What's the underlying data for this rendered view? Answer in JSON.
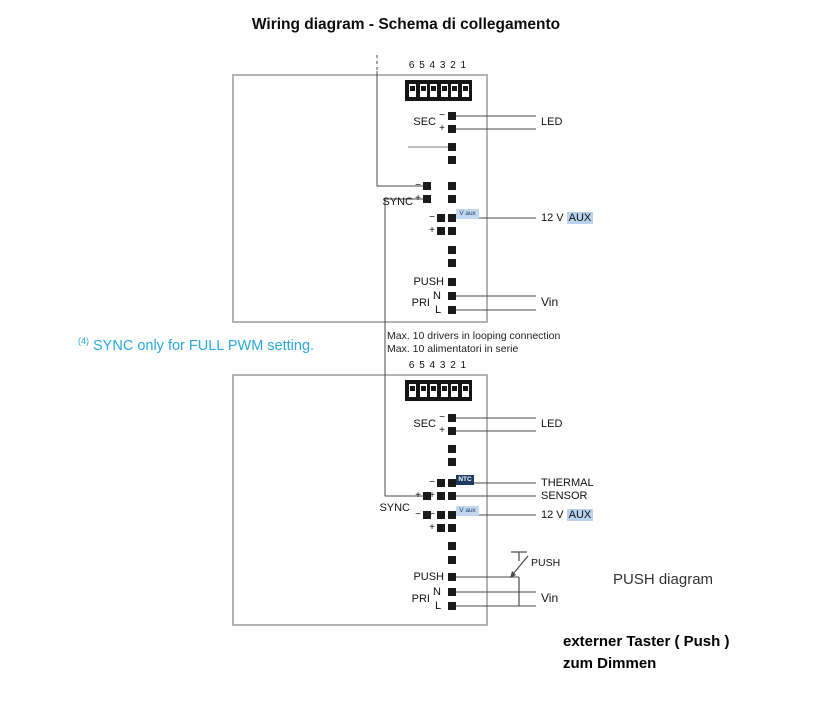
{
  "title": "Wiring diagram - Schema di collegamento",
  "footnote": {
    "sup": "(4)",
    "text": "SYNC only for FULL PWM setting."
  },
  "loop_note": {
    "line1": "Max. 10 drivers in looping connection",
    "line2": "Max. 10 alimentatori in serie"
  },
  "labels": {
    "dip_numbers": "6 5 4 3 2 1",
    "sec": "SEC",
    "sync": "SYNC",
    "push": "PUSH",
    "pri": "PRI",
    "n": "N",
    "l": "L",
    "minus": "−",
    "plus": "+",
    "led": "LED",
    "vin": "Vin",
    "aux_prefix": "12 V",
    "aux_highlight": "AUX",
    "vaux_tag": "V aux",
    "ntc_tag": "NTC",
    "thermal": "THERMAL",
    "sensor": "SENSOR"
  },
  "push_diagram": {
    "title": "PUSH diagram",
    "switch_label": "PUSH"
  },
  "caption": {
    "line1": "externer Taster ( Push )",
    "line2": "zum Dimmen"
  },
  "colors": {
    "accent_cyan": "#29a9e0",
    "aux_highlight_bg": "#b9d2ee",
    "vaux_tag_bg": "#c3d7ef",
    "ntc_tag_bg": "#1d3a63",
    "wire": "#4a4a4a",
    "frame": "#b3b3b3"
  }
}
